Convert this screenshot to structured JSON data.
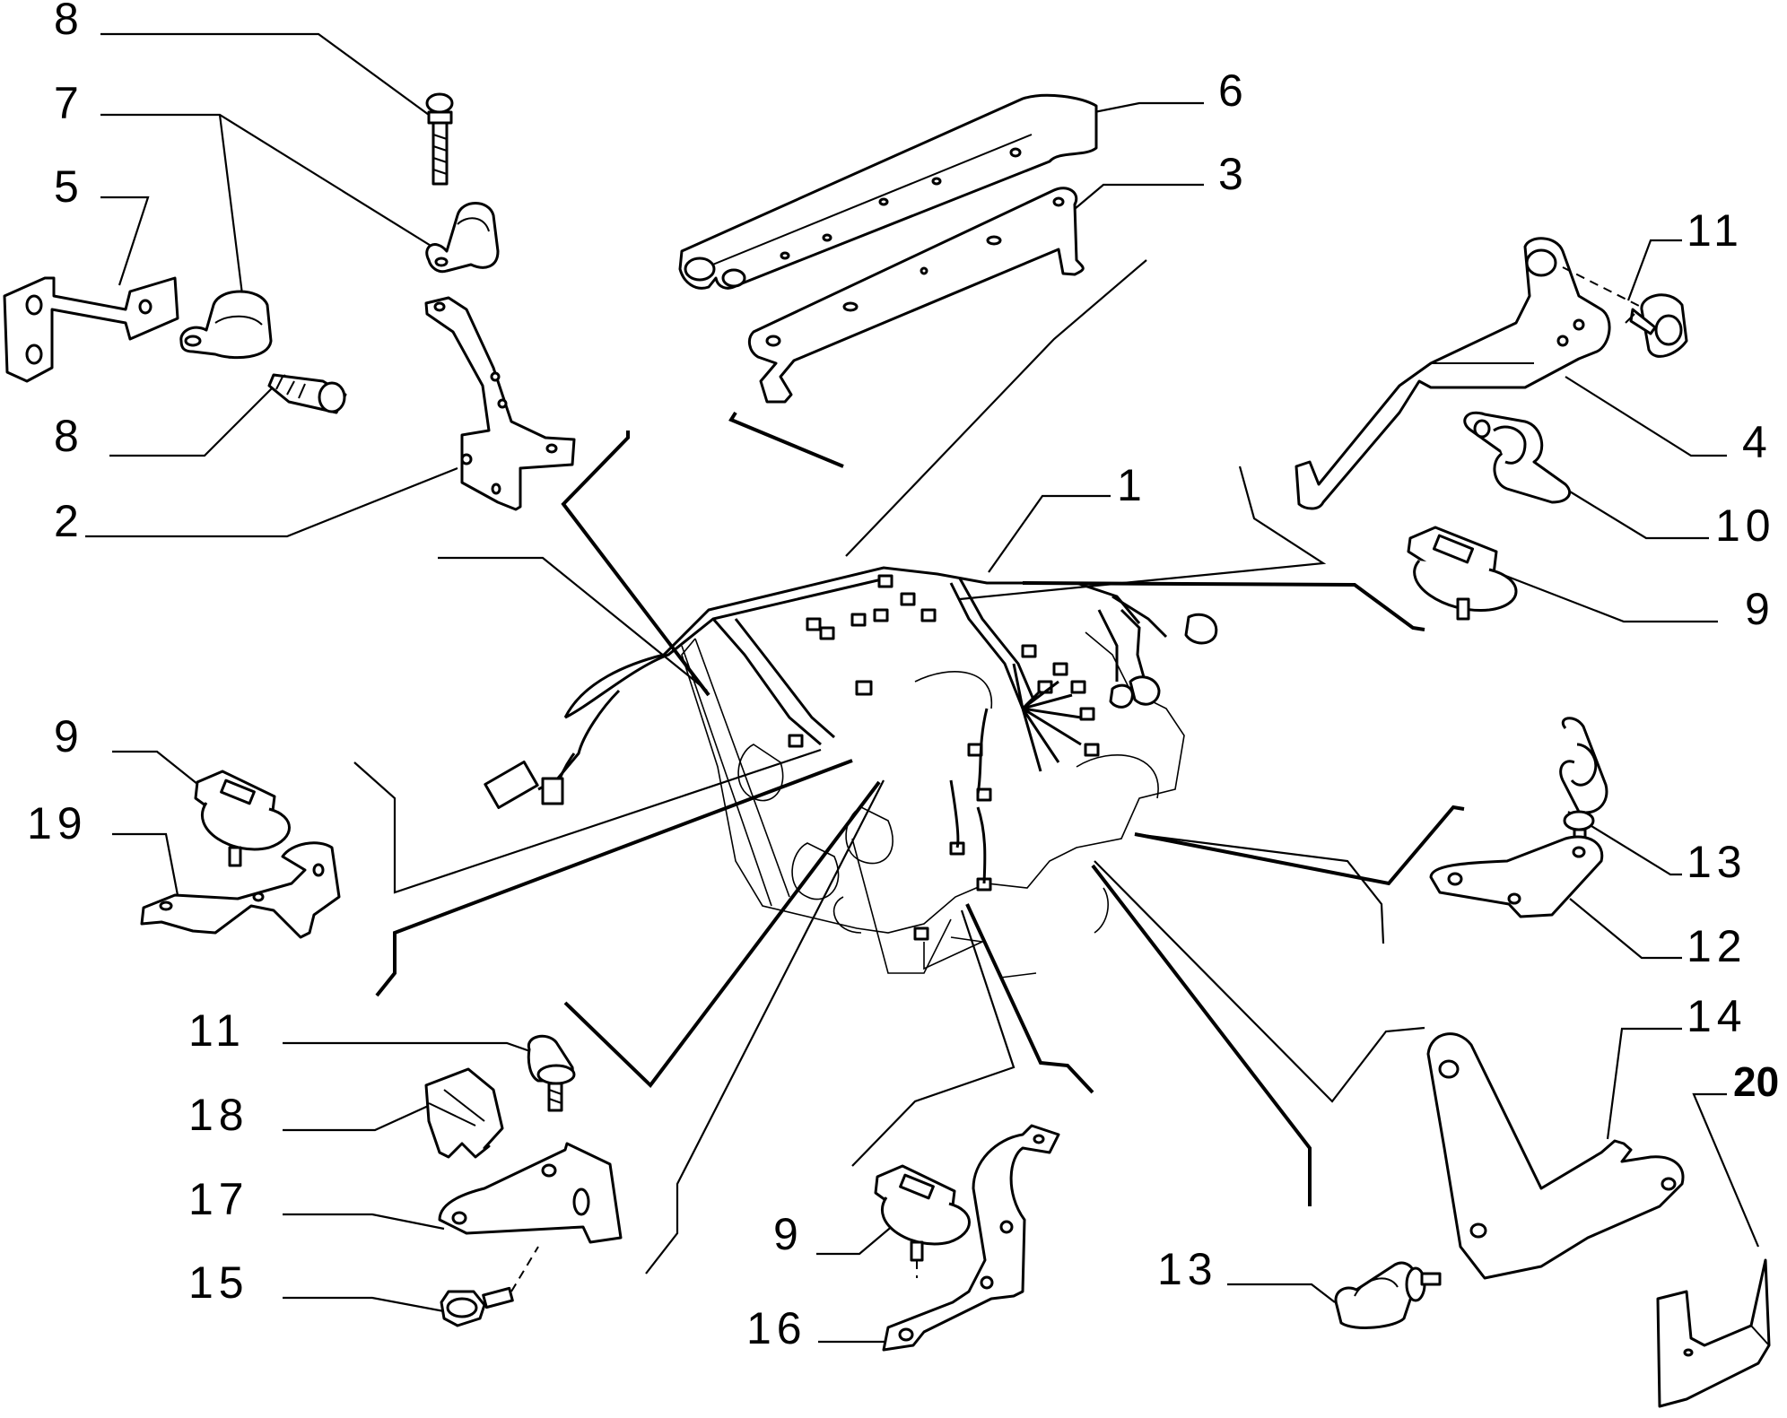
{
  "diagram": {
    "callouts": [
      {
        "id": "c8a",
        "text": "8"
      },
      {
        "id": "c7",
        "text": "7"
      },
      {
        "id": "c5",
        "text": "5"
      },
      {
        "id": "c8b",
        "text": "8"
      },
      {
        "id": "c2",
        "text": "2"
      },
      {
        "id": "c6",
        "text": "6"
      },
      {
        "id": "c3",
        "text": "3"
      },
      {
        "id": "c11a",
        "text": "11"
      },
      {
        "id": "c4",
        "text": "4"
      },
      {
        "id": "c10",
        "text": "10"
      },
      {
        "id": "c9a",
        "text": "9"
      },
      {
        "id": "c1",
        "text": "1"
      },
      {
        "id": "c9b",
        "text": "9"
      },
      {
        "id": "c19",
        "text": "19"
      },
      {
        "id": "c13a",
        "text": "13"
      },
      {
        "id": "c12",
        "text": "12"
      },
      {
        "id": "c14",
        "text": "14"
      },
      {
        "id": "c20",
        "text": "20"
      },
      {
        "id": "c11b",
        "text": "11"
      },
      {
        "id": "c18",
        "text": "18"
      },
      {
        "id": "c17",
        "text": "17"
      },
      {
        "id": "c15",
        "text": "15"
      },
      {
        "id": "c9c",
        "text": "9"
      },
      {
        "id": "c16",
        "text": "16"
      },
      {
        "id": "c13b",
        "text": "13"
      }
    ]
  }
}
